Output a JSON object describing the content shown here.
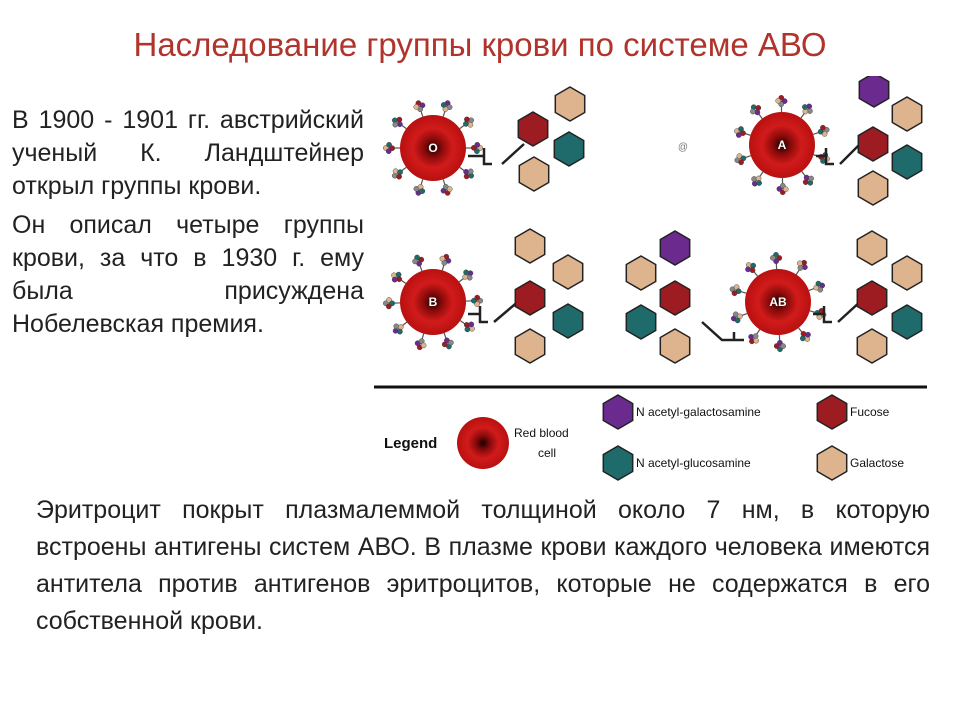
{
  "title": "Наследование группы крови по системе АВО",
  "left_text": {
    "p1": "В 1900 - 1901 гг. австрийский ученый К. Ландштейнер открыл группы крови.",
    "p2": "Он описал четыре группы крови, за что в 1930 г. ему была присуждена Нобелевская премия."
  },
  "bottom_text": "Эритроцит покрыт плазмалеммой толщиной около 7 нм, в которую встроены антигены систем АВО. В плазме крови каждого человека имеются антитела против антигенов эритроцитов, которые не содержатся в его собственной крови.",
  "diagram": {
    "cells": {
      "o": "O",
      "a": "A",
      "b": "B",
      "ab": "AB"
    },
    "legend": {
      "title": "Legend",
      "red_blood_cell": [
        "Red blood",
        "cell"
      ],
      "galnac": "N acetyl-galactosamine",
      "glcnac": "N acetyl-glucosamine",
      "fucose": "Fucose",
      "galactose": "Galactose"
    },
    "colors": {
      "title": "#b0342c",
      "galnac": "#6a2a8e",
      "glcnac": "#1f6b6b",
      "fucose": "#9c1c22",
      "galactose": "#deb48e",
      "rbc": "#c41616"
    }
  }
}
